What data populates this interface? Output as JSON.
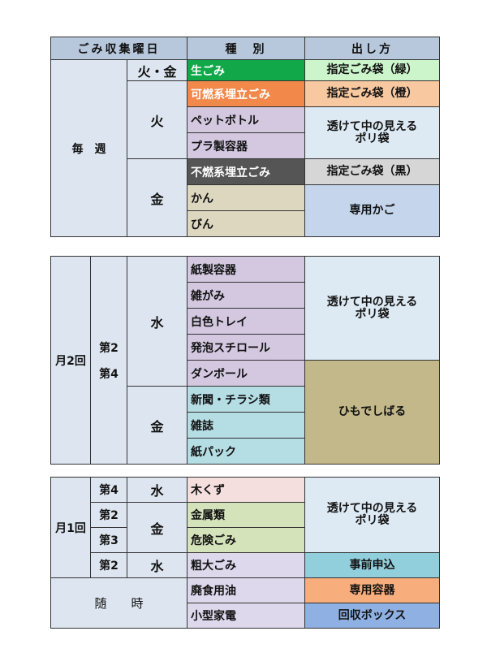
{
  "header": {
    "schedule": "ごみ収集曜日",
    "kind": "種　別",
    "how": "出し方"
  },
  "weekly": {
    "label": "毎　週",
    "day_fire_fri": "火・金",
    "day_fire": "火",
    "day_fri": "金",
    "items": {
      "namagomi": "生ごみ",
      "kanen": "可燃系埋立ごみ",
      "pet": "ペットボトル",
      "plastic": "プラ製容器",
      "funen": "不燃系埋立ごみ",
      "kan": "かん",
      "bin": "びん"
    },
    "how": {
      "green_bag": "指定ごみ袋（緑）",
      "orange_bag": "指定ごみ袋（橙）",
      "clear_bag_1": "透けて中の見える",
      "clear_bag_2": "ポリ袋",
      "black_bag": "指定ごみ袋（黒）",
      "basket": "専用かご"
    }
  },
  "twice": {
    "label": "月2回",
    "week_a": "第2",
    "week_b": "第4",
    "day_wed": "水",
    "day_fri": "金",
    "items": {
      "paper_container": "紙製容器",
      "misc_paper": "雑がみ",
      "tray": "白色トレイ",
      "styrofoam": "発泡スチロール",
      "cardboard": "ダンボール",
      "newspaper": "新聞・チラシ類",
      "magazine": "雑誌",
      "carton": "紙パック"
    },
    "how": {
      "clear_bag_1": "透けて中の見える",
      "clear_bag_2": "ポリ袋",
      "tie": "ひもでしばる"
    }
  },
  "monthly": {
    "label": "月1回",
    "week4": "第4",
    "week2": "第2",
    "week3": "第3",
    "week2b": "第2",
    "day_wed": "水",
    "day_fri": "金",
    "day_wed2": "水",
    "items": {
      "wood": "木くず",
      "metal": "金属類",
      "danger": "危険ごみ",
      "bulky": "粗大ごみ"
    },
    "how": {
      "clear_bag_1": "透けて中の見える",
      "clear_bag_2": "ポリ袋",
      "apply": "事前申込"
    }
  },
  "anytime": {
    "label": "随　　時",
    "items": {
      "oil": "廃食用油",
      "appliance": "小型家電"
    },
    "how": {
      "container": "専用容器",
      "box": "回収ボックス"
    }
  }
}
